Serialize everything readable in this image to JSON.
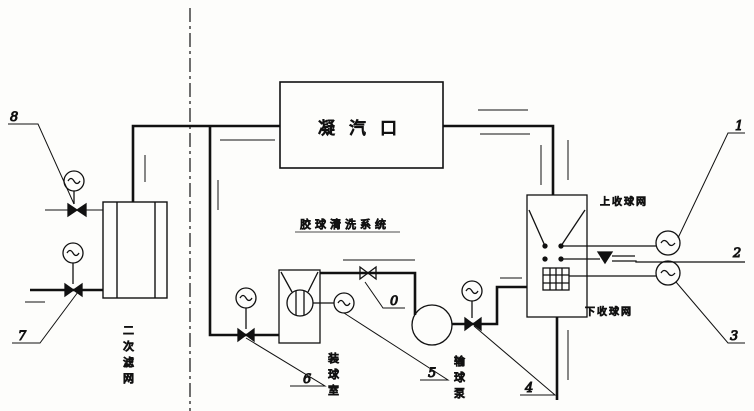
{
  "diagram": {
    "condenser": "凝汽口",
    "system_title": "胶球清洗系统",
    "upper_collector": "上收球网",
    "lower_collector": "下收球网",
    "secondary_filter": [
      "二",
      "次",
      "滤",
      "网"
    ],
    "ball_chamber": [
      "装",
      "球",
      "室"
    ],
    "ball_pump": [
      "输",
      "球",
      "泵"
    ],
    "callouts": [
      "1",
      "2",
      "3",
      "4",
      "5",
      "6",
      "7",
      "8",
      "0"
    ]
  }
}
